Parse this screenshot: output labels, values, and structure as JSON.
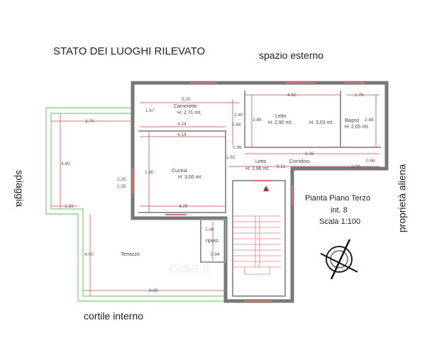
{
  "title": "STATO DEI LUOGHI RILEVATO",
  "surroundings": {
    "top": "spazio esterno",
    "left": "spiaggia",
    "right": "proprietà aliena",
    "bottom": "cortile interno"
  },
  "info": {
    "floor": "Pianta Piano Terzo",
    "unit": "int. 8",
    "scale": "Scala 1:100"
  },
  "rooms": {
    "camerette": {
      "name": "Camerette",
      "height": "H: 2,71 mt."
    },
    "letto1": {
      "name": "Letto",
      "height": "H: 2,90 mt."
    },
    "letto1b": {
      "height": "H: 3,03 mt."
    },
    "bagno": {
      "name": "Bagno",
      "height": "H: 2,65 mt."
    },
    "letto2": {
      "name": "Letto",
      "height": "H: 2,96 mt."
    },
    "corridoio": {
      "name": "Corridoio"
    },
    "cucina": {
      "name": "Cucina",
      "height": "H: 3,00 mt."
    },
    "terrazzo": {
      "name": "Terrazzo"
    },
    "ripost": {
      "name": "ripost."
    }
  },
  "dimensions": {
    "d520": "5.20",
    "d167": "1.67",
    "d240": "2.40",
    "d424": "4.24",
    "d098": "0.98",
    "d414": "4.14",
    "d096": "0.96",
    "d162": "1.62",
    "d460": "4.60",
    "d176": "1.76",
    "d288a": "2.88",
    "d288b": "2.88",
    "d635": "6.35",
    "d096b": "0.96",
    "d521": "5.21",
    "d208": "2.08",
    "d370": "3.70",
    "d480": "4.80",
    "d225": "2.25",
    "d135": "1.35",
    "d190": "1.90",
    "d426": "4.26",
    "d133": "1.33",
    "d400": "4.00",
    "d685": "6.85",
    "d200": "2.00",
    "d094": "0.94"
  },
  "watermark": "casa.it"
}
